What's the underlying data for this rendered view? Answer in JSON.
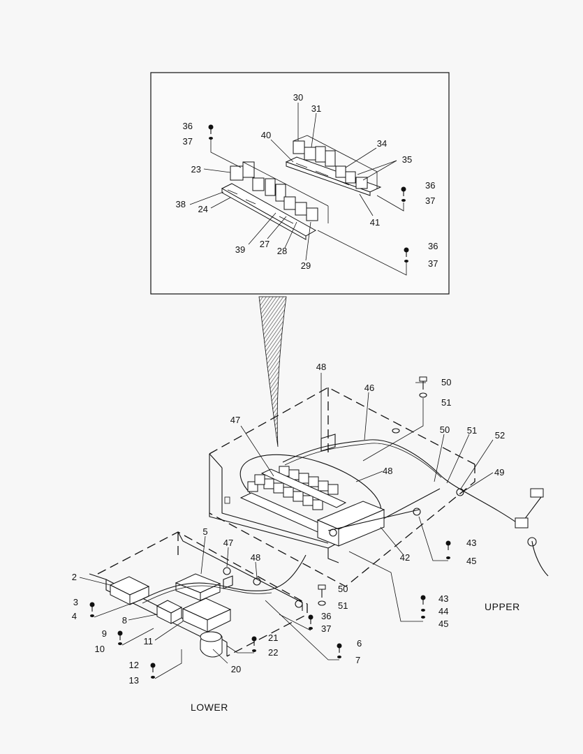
{
  "labels": {
    "l30": "30",
    "l31": "31",
    "l36a": "36",
    "l37a": "37",
    "l40": "40",
    "l34": "34",
    "l35": "35",
    "l23": "23",
    "l36b": "36",
    "l37b": "37",
    "l38": "38",
    "l24": "24",
    "l41": "41",
    "l36c": "36",
    "l37c": "37",
    "l39": "39",
    "l27": "27",
    "l28": "28",
    "l29": "29",
    "l48a": "48",
    "l46": "46",
    "l50a": "50",
    "l51a": "51",
    "l47a": "47",
    "l50b": "50",
    "l51b": "51",
    "l52": "52",
    "l48b": "48",
    "l49": "49",
    "l42": "42",
    "l43a": "43",
    "l45a": "45",
    "l5": "5",
    "l47b": "47",
    "l2": "2",
    "l48c": "48",
    "l3": "3",
    "l4": "4",
    "l50c": "50",
    "l51c": "51",
    "l43b": "43",
    "l44": "44",
    "l8": "8",
    "l36d": "36",
    "l37d": "37",
    "l45b": "45",
    "l9": "9",
    "l10": "10",
    "l11": "11",
    "l21": "21",
    "l22": "22",
    "l6": "6",
    "l7": "7",
    "l20": "20",
    "l12": "12",
    "l13": "13"
  },
  "captions": {
    "upper": "UPPER",
    "lower": "LOWER"
  }
}
